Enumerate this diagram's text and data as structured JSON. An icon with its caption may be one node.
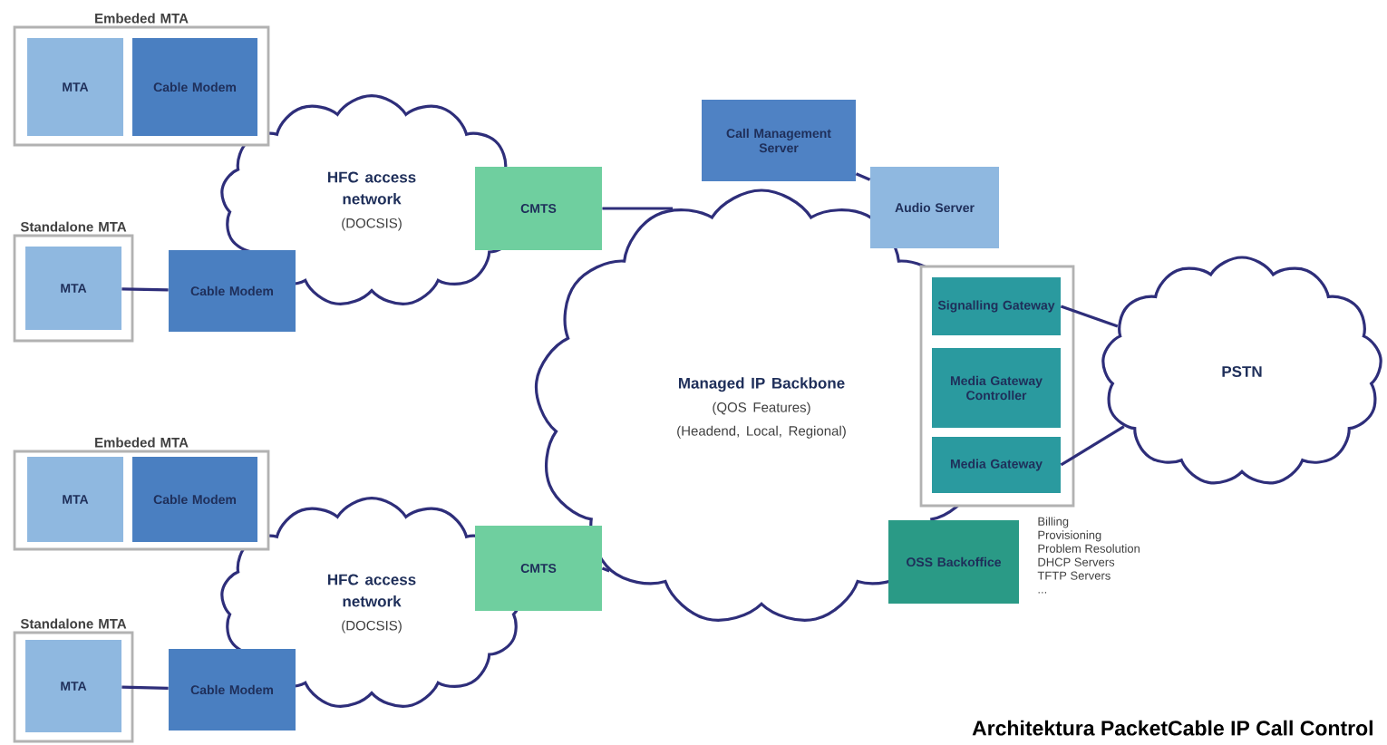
{
  "diagram": {
    "title": "Architektura PacketCable IP Call Control",
    "nodes": [
      {
        "text": [
          "Embeded MTA"
        ]
      },
      {
        "text": [
          "MTA"
        ],
        "in": 0
      },
      {
        "text": [
          "Cable Modem"
        ],
        "in": 0
      },
      {
        "text": [
          "Standalone MTA"
        ]
      },
      {
        "text": [
          "MTA"
        ],
        "in": 3
      },
      {
        "text": [
          "Cable Modem"
        ]
      },
      {
        "text": [
          "HFC access network",
          "(DOCSIS)"
        ]
      },
      {
        "text": [
          "CMTS"
        ]
      },
      {
        "text": [
          "Call Management Server"
        ]
      },
      {
        "text": [
          "Audio Server"
        ]
      },
      {
        "text": [
          "Managed IP Backbone",
          "(QOS Features)",
          "(Headend, Local, Regional)"
        ]
      },
      {
        "text": [],
        "shape": "box"
      },
      {
        "text": [
          "Signalling Gateway"
        ],
        "in": 11
      },
      {
        "text": [
          "Media Gateway Controller"
        ],
        "in": 11
      },
      {
        "text": [
          "Media Gateway"
        ],
        "in": 11
      },
      {
        "text": [
          "PSTN"
        ]
      },
      {
        "text": [
          "OSS Backoffice"
        ],
        "beside": [
          "Billing",
          "Provisioning",
          "Problem Resolution",
          "DHCP Servers",
          "TFTP Servers",
          "..."
        ]
      },
      {
        "text": [
          "Embeded MTA"
        ]
      },
      {
        "text": [
          "MTA"
        ],
        "in": 17
      },
      {
        "text": [
          "Cable Modem"
        ],
        "in": 17
      },
      {
        "text": [
          "Standalone MTA"
        ]
      },
      {
        "text": [
          "MTA"
        ],
        "in": 20
      },
      {
        "text": [
          "Cable Modem"
        ]
      },
      {
        "text": [
          "HFC access network",
          "(DOCSIS)"
        ]
      },
      {
        "text": [
          "CMTS"
        ]
      }
    ],
    "edges": [
      {
        "from": 4,
        "to": 5,
        "arrow": "none"
      },
      {
        "from": 7,
        "to": 10,
        "arrow": "none"
      },
      {
        "from": 8,
        "to": 9,
        "arrow": "none"
      },
      {
        "from": 12,
        "to": 15,
        "arrow": "none"
      },
      {
        "from": 14,
        "to": 15,
        "arrow": "none"
      },
      {
        "from": 21,
        "to": 22,
        "arrow": "none"
      },
      {
        "from": 24,
        "to": 10,
        "arrow": "none"
      }
    ]
  }
}
